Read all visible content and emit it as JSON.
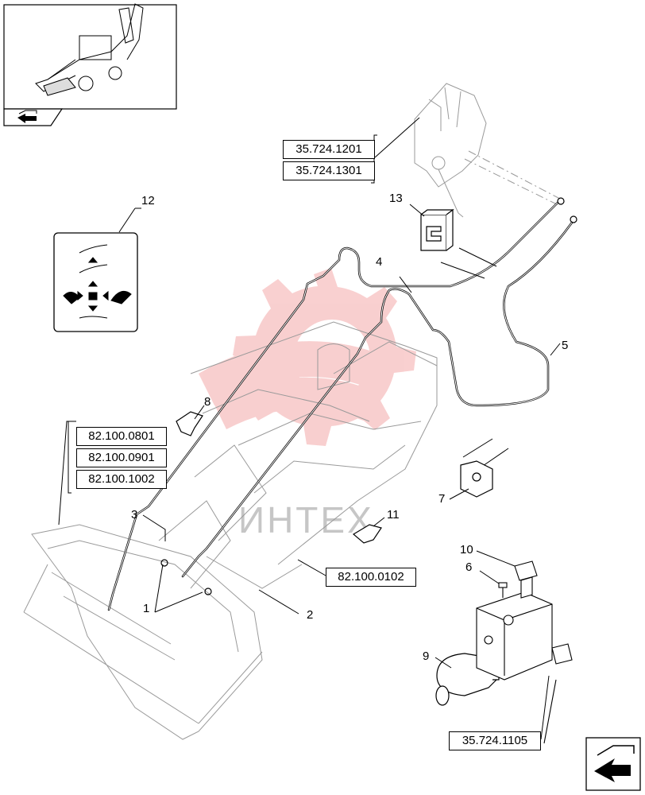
{
  "references": {
    "valve_top": "35.724.1201",
    "valve_bottom": "35.724.1301",
    "arm_1": "82.100.0801",
    "arm_2": "82.100.0901",
    "arm_3": "82.100.1002",
    "loader": "82.100.0102",
    "block": "35.724.1105"
  },
  "callouts": {
    "c1": "1",
    "c2": "2",
    "c3": "3",
    "c4": "4",
    "c5": "5",
    "c6": "6",
    "c7": "7",
    "c8": "8",
    "c9": "9",
    "c10": "10",
    "c11": "11",
    "c12": "12",
    "c13": "13"
  },
  "watermark": {
    "text": "ИНТЕХ",
    "color": "#f2b8b8"
  },
  "colors": {
    "line": "#000000",
    "ghost": "#9a9a9a",
    "watermark_red": "#f4a9a9"
  },
  "icons": [
    "machine-thumbnail",
    "nav-arrow-icon",
    "next-page-arrow-icon",
    "control-decal-icon"
  ]
}
